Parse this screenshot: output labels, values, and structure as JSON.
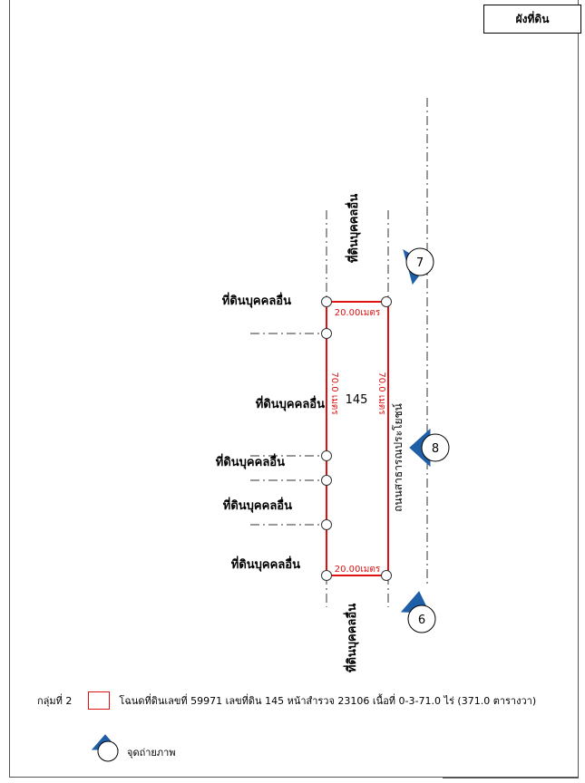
{
  "title": "ผังที่ดิน",
  "parcel": {
    "number": "145",
    "top_length": "20.00เมตร",
    "bottom_length": "20.00เมตร",
    "left_length": "70.0 เมตร",
    "right_length": "70.0 เมตร",
    "outline_color": "#dd1111"
  },
  "neighbors": {
    "north": "ที่ดินบุคคลอื่น",
    "south": "ที่ดินบุคคลอื่น",
    "west_1": "ที่ดินบุคคลอื่น",
    "west_2": "ที่ดินบุคคลอื่น",
    "west_3": "ที่ดินบุคคลอื่น",
    "west_4": "ที่ดินบุคคลอื่น",
    "west_5": "ที่ดินบุคคลอื่น"
  },
  "road_label": "ถนนสาธารณประโยชน์",
  "photo_points": [
    "7",
    "8",
    "6"
  ],
  "marker_color": "#1f5fa8",
  "legend": {
    "group_label": "กลุ่มที่ 2",
    "parcel_description": "โฉนดที่ดินเลขที่ 59971 เลขที่ดิน 145 หน้าสำรวจ 23106 เนื้อที่ 0-3-71.0 ไร่ (371.0 ตารางวา)",
    "photo_point_label": "จุดถ่ายภาพ"
  }
}
